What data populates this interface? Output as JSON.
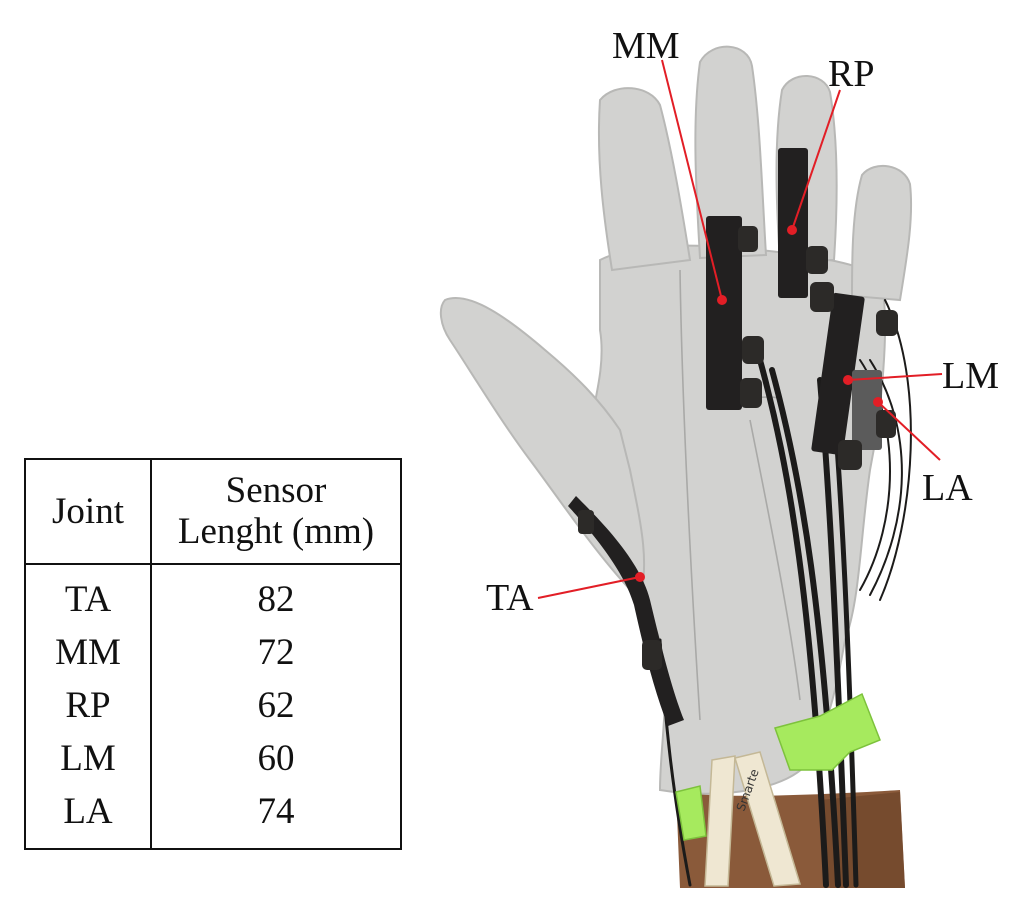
{
  "table": {
    "headers": {
      "joint": "Joint",
      "length_line1": "Sensor",
      "length_line2": "Lenght (mm)"
    },
    "rows": [
      {
        "joint": "TA",
        "length": "82"
      },
      {
        "joint": "MM",
        "length": "72"
      },
      {
        "joint": "RP",
        "length": "62"
      },
      {
        "joint": "LM",
        "length": "60"
      },
      {
        "joint": "LA",
        "length": "74"
      }
    ]
  },
  "labels": {
    "mm": "MM",
    "rp": "RP",
    "lm": "LM",
    "la": "LA",
    "ta": "TA"
  },
  "tape_text": "Smarte",
  "colors": {
    "glove": "#d2d2d0",
    "sensor": "#222020",
    "marker": "#e21e26",
    "tape": "#a6ea5e",
    "skin": "#8a5a3a"
  }
}
